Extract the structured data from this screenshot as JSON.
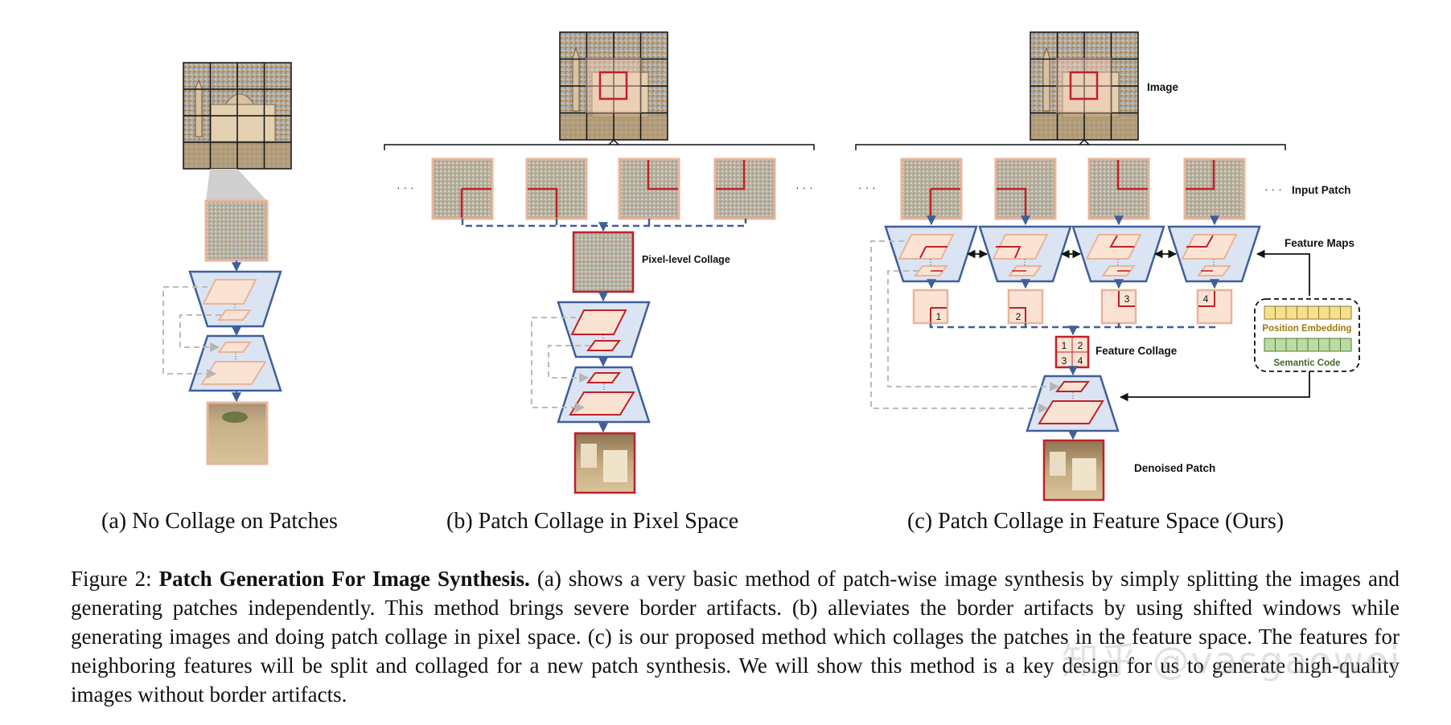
{
  "labels": {
    "image": "Image",
    "input_patch": "Input Patch",
    "feature_maps": "Feature Maps",
    "pixel_level_collage": "Pixel-level Collage",
    "feature_collage": "Feature Collage",
    "denoised_patch": "Denoised Patch",
    "position_embedding": "Position Embedding",
    "semantic_code": "Semantic Code",
    "ellipsis": "· · ·",
    "patch_numbers": [
      "1",
      "2",
      "3",
      "4"
    ]
  },
  "subcaptions": {
    "a": "(a) No Collage on Patches",
    "b": "(b) Patch Collage in Pixel Space",
    "c": "(c) Patch Collage in Feature Space (Ours)"
  },
  "caption": {
    "prefix": "Figure 2: ",
    "title": "Patch Generation For Image Synthesis.",
    "body": " (a) shows a very basic method of patch-wise image synthesis by simply splitting the images and generating patches independently. This method brings severe border artifacts. (b) alleviates the border artifacts by using shifted windows while generating images and doing patch collage in pixel space. (c) is our proposed method which collages the patches in the feature space. The features for neighboring features will be split and collaged for a new patch synthesis. We will show this method is a key design for us to generate high-quality images without border artifacts."
  },
  "watermark": "知乎 @vasgaowei",
  "colors": {
    "patch_border": "#e8b49a",
    "highlight": "#c0202a",
    "block_fill": "#dbe4f2",
    "block_stroke": "#3f5f9a",
    "arrow": "#3f5f9a",
    "dashed": "#bbbbbb",
    "pos_embed": "#f7e08a",
    "sem_code": "#b9dca4"
  }
}
